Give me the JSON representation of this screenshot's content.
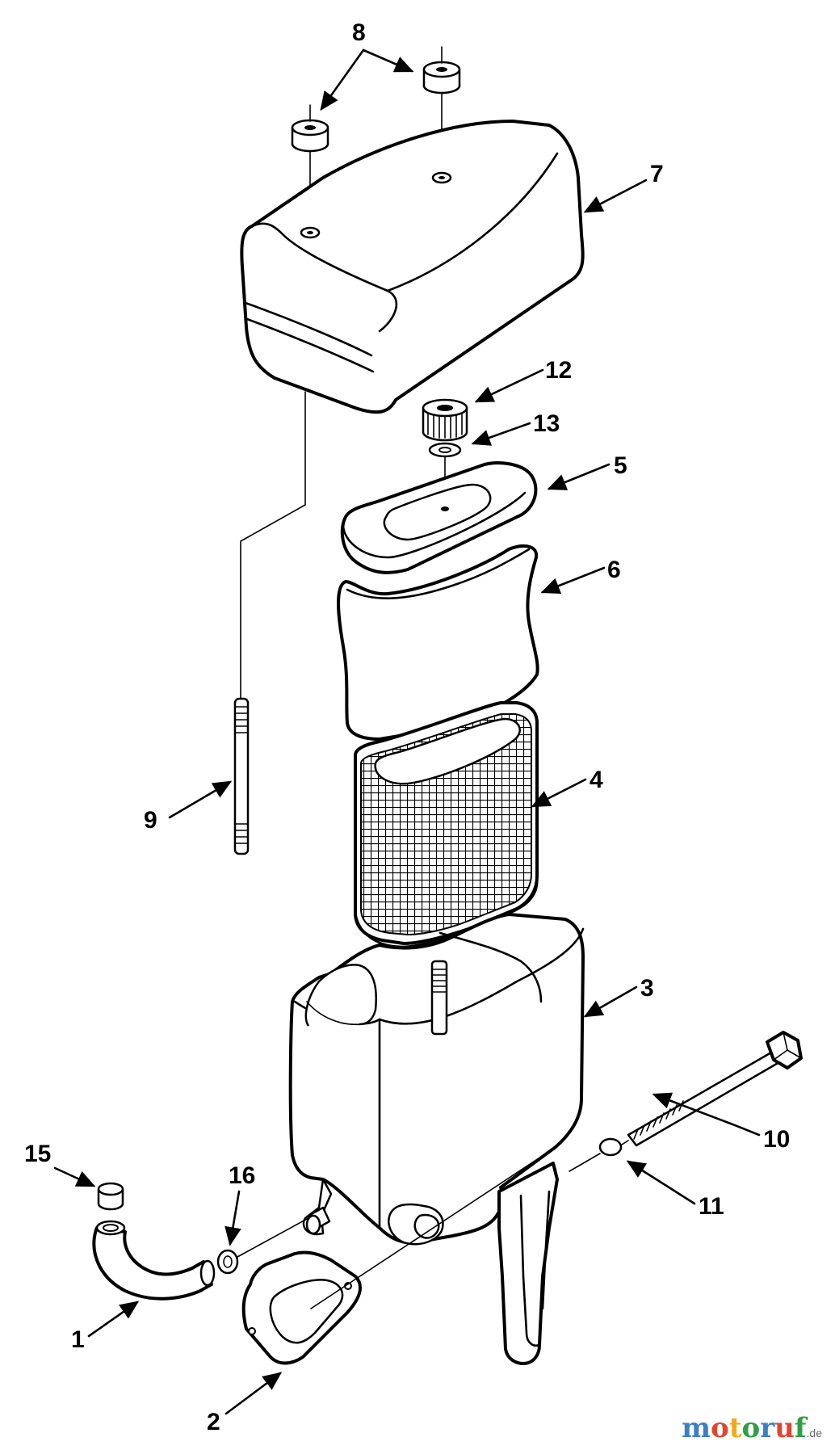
{
  "callouts": [
    {
      "id": "1",
      "label": "1"
    },
    {
      "id": "2",
      "label": "2"
    },
    {
      "id": "3",
      "label": "3"
    },
    {
      "id": "4",
      "label": "4"
    },
    {
      "id": "5",
      "label": "5"
    },
    {
      "id": "6",
      "label": "6"
    },
    {
      "id": "7",
      "label": "7"
    },
    {
      "id": "8",
      "label": "8"
    },
    {
      "id": "9",
      "label": "9"
    },
    {
      "id": "10",
      "label": "10"
    },
    {
      "id": "11",
      "label": "11"
    },
    {
      "id": "12",
      "label": "12"
    },
    {
      "id": "13",
      "label": "13"
    },
    {
      "id": "15",
      "label": "15"
    },
    {
      "id": "16",
      "label": "16"
    }
  ],
  "watermark": {
    "letters": [
      "m",
      "o",
      "t",
      "o",
      "r",
      "u",
      "f"
    ],
    "colors": [
      "#3a7fc4",
      "#e0462f",
      "#f2a91a",
      "#2f9e44",
      "#3a7fc4",
      "#e0462f",
      "#2f9e44"
    ],
    "suffix": ".de"
  }
}
